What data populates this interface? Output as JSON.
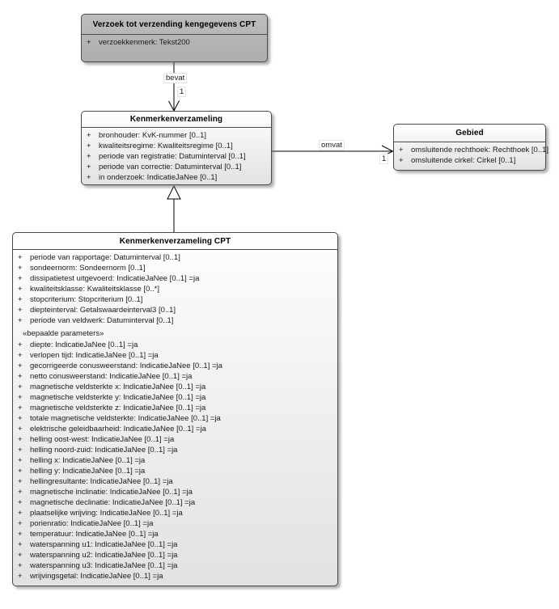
{
  "diagram": {
    "type": "uml-class-diagram",
    "colors": {
      "background": "#ffffff",
      "gray_class_fill": "#b2b2b2",
      "light_class_fill": "#f2f2f2",
      "border": "#4a4a4a",
      "connector": "#000000"
    }
  },
  "classes": {
    "verzoek": {
      "title": "Verzoek tot verzending kengegevens CPT",
      "attributes": [
        {
          "visibility": "+",
          "text": "verzoekkenmerk: Tekst200"
        }
      ]
    },
    "kenmerkenverzameling": {
      "title": "Kenmerkenverzameling",
      "attributes": [
        {
          "visibility": "+",
          "text": "bronhouder: KvK-nummer [0..1]"
        },
        {
          "visibility": "+",
          "text": "kwaliteitsregime: Kwaliteitsregime [0..1]"
        },
        {
          "visibility": "+",
          "text": "periode van registratie: Datuminterval [0..1]"
        },
        {
          "visibility": "+",
          "text": "periode van correctie: Datuminterval [0..1]"
        },
        {
          "visibility": "+",
          "text": "in onderzoek: IndicatieJaNee [0..1]"
        }
      ]
    },
    "gebied": {
      "title": "Gebied",
      "attributes": [
        {
          "visibility": "+",
          "text": "omsluitende rechthoek: Rechthoek [0..1]"
        },
        {
          "visibility": "+",
          "text": "omsluitende cirkel: Cirkel [0..1]"
        }
      ]
    },
    "kenmerkenverzameling_cpt": {
      "title": "Kenmerkenverzameling CPT",
      "attributes": [
        {
          "visibility": "+",
          "text": "periode van rapportage: Datuminterval [0..1]"
        },
        {
          "visibility": "+",
          "text": "sondeernorm: Sondeernorm [0..1]"
        },
        {
          "visibility": "+",
          "text": "dissipatietest uitgevoerd: IndicatieJaNee [0..1] =ja"
        },
        {
          "visibility": "+",
          "text": "kwaliteitsklasse: Kwaliteitsklasse [0..*]"
        },
        {
          "visibility": "+",
          "text": "stopcriterium: Stopcriterium [0..1]"
        },
        {
          "visibility": "+",
          "text": "diepteinterval: Getalswaardeinterval3 [0..1]"
        },
        {
          "visibility": "+",
          "text": "periode van veldwerk: Datuminterval [0..1]"
        }
      ],
      "stereotype": "«bepaalde parameters»",
      "parameters": [
        {
          "visibility": "+",
          "text": "diepte: IndicatieJaNee [0..1] =ja"
        },
        {
          "visibility": "+",
          "text": "verlopen tijd: IndicatieJaNee [0..1] =ja"
        },
        {
          "visibility": "+",
          "text": "gecorrigeerde conusweerstand: IndicatieJaNee [0..1] =ja"
        },
        {
          "visibility": "+",
          "text": "netto conusweerstand: IndicatieJaNee [0..1] =ja"
        },
        {
          "visibility": "+",
          "text": "magnetische veldsterkte x: IndicatieJaNee [0..1] =ja"
        },
        {
          "visibility": "+",
          "text": "magnetische veldsterkte y: IndicatieJaNee [0..1] =ja"
        },
        {
          "visibility": "+",
          "text": "magnetische veldsterkte z: IndicatieJaNee [0..1] =ja"
        },
        {
          "visibility": "+",
          "text": "totale magnetische veldsterkte: IndicatieJaNee [0..1] =ja"
        },
        {
          "visibility": "+",
          "text": "elektrische geleidbaarheid: IndicatieJaNee [0..1] =ja"
        },
        {
          "visibility": "+",
          "text": "helling oost-west: IndicatieJaNee [0..1] =ja"
        },
        {
          "visibility": "+",
          "text": "helling noord-zuid: IndicatieJaNee [0..1] =ja"
        },
        {
          "visibility": "+",
          "text": "helling x: IndicatieJaNee [0..1] =ja"
        },
        {
          "visibility": "+",
          "text": "helling y: IndicatieJaNee [0..1] =ja"
        },
        {
          "visibility": "+",
          "text": "hellingresultante: IndicatieJaNee [0..1] =ja"
        },
        {
          "visibility": "+",
          "text": "magnetische inclinatie: IndicatieJaNee [0..1] =ja"
        },
        {
          "visibility": "+",
          "text": "magnetische declinatie: IndicatieJaNee [0..1] =ja"
        },
        {
          "visibility": "+",
          "text": "plaatselijke wrijving: IndicatieJaNee [0..1] =ja"
        },
        {
          "visibility": "+",
          "text": "porienratio: IndicatieJaNee [0..1] =ja"
        },
        {
          "visibility": "+",
          "text": "temperatuur: IndicatieJaNee [0..1] =ja"
        },
        {
          "visibility": "+",
          "text": "waterspanning u1: IndicatieJaNee [0..1] =ja"
        },
        {
          "visibility": "+",
          "text": "waterspanning u2: IndicatieJaNee [0..1] =ja"
        },
        {
          "visibility": "+",
          "text": "waterspanning u3: IndicatieJaNee [0..1] =ja"
        },
        {
          "visibility": "+",
          "text": "wrijvingsgetal: IndicatieJaNee [0..1] =ja"
        }
      ]
    }
  },
  "connectors": {
    "bevat": {
      "label": "bevat",
      "multiplicity": "1",
      "type": "directed association"
    },
    "omvat": {
      "label": "omvat",
      "multiplicity": "1",
      "type": "directed association"
    },
    "generalization": {
      "type": "generalization"
    }
  }
}
